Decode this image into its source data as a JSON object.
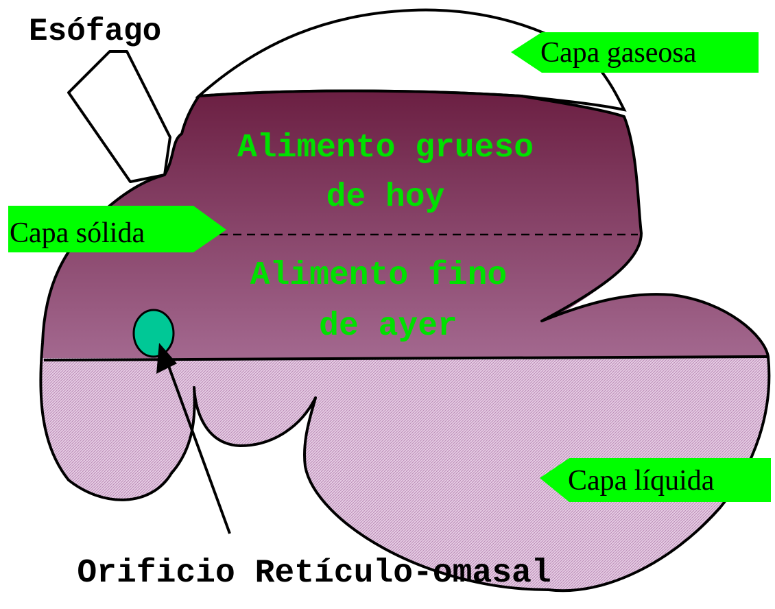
{
  "labels": {
    "esophagus": "Esófago",
    "gas_layer": "Capa gaseosa",
    "solid_layer": "Capa sólida",
    "liquid_layer": "Capa líquida",
    "coarse_feed_line1": "Alimento grueso",
    "coarse_feed_line2": "de hoy",
    "fine_feed_line1": "Alimento fino",
    "fine_feed_line2": "de ayer",
    "orifice": "Orificio Retículo-omasal"
  },
  "colors": {
    "outline": "#000000",
    "solid_top": "#6b1f42",
    "solid_bottom": "#d4a8d2",
    "liquid_fill": "#e6cce4",
    "liquid_hatch": "#b88ab4",
    "label_tag_fill": "#00ff00",
    "inner_text": "#00e000",
    "orifice_fill": "#00c896",
    "background": "#ffffff"
  }
}
